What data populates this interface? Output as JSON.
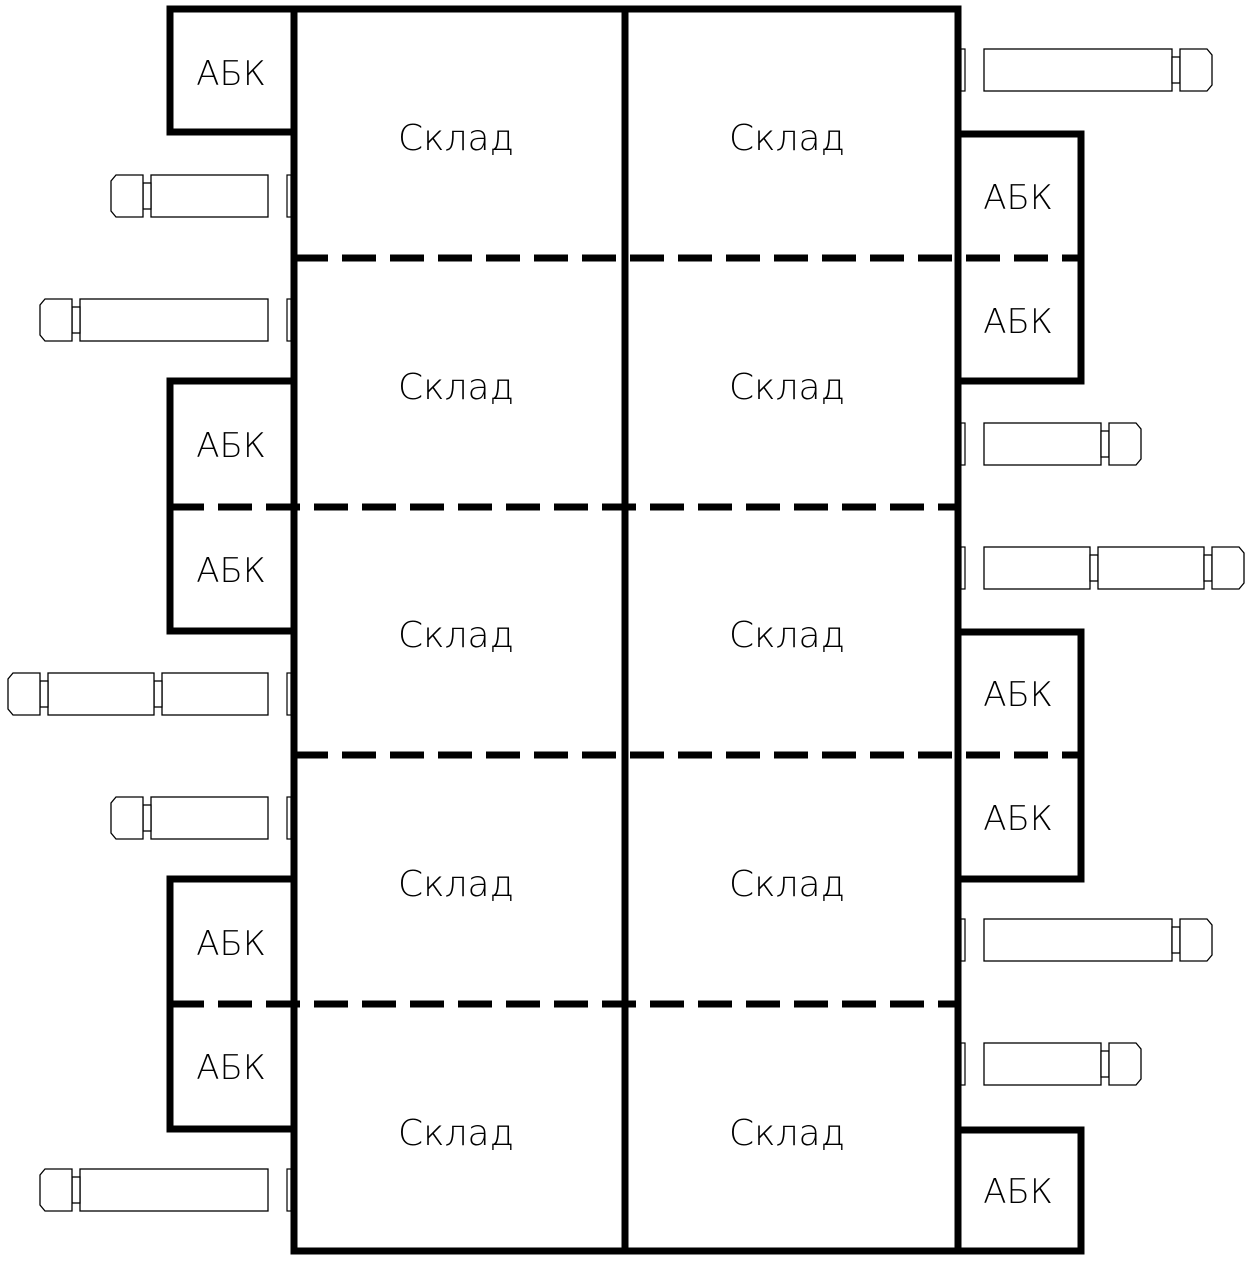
{
  "diagram": {
    "type": "warehouse-site-plan",
    "rows": 5,
    "columns": 2,
    "warehouse_label": "Склад",
    "admin_label": "АБК",
    "warehouses": [
      {
        "row": 1,
        "col": 1,
        "label": "Склад"
      },
      {
        "row": 1,
        "col": 2,
        "label": "Склад"
      },
      {
        "row": 2,
        "col": 1,
        "label": "Склад"
      },
      {
        "row": 2,
        "col": 2,
        "label": "Склад"
      },
      {
        "row": 3,
        "col": 1,
        "label": "Склад"
      },
      {
        "row": 3,
        "col": 2,
        "label": "Склад"
      },
      {
        "row": 4,
        "col": 1,
        "label": "Склад"
      },
      {
        "row": 4,
        "col": 2,
        "label": "Склад"
      },
      {
        "row": 5,
        "col": 1,
        "label": "Склад"
      },
      {
        "row": 5,
        "col": 2,
        "label": "Склад"
      }
    ],
    "admin_blocks": {
      "left": [
        {
          "row": 1,
          "label": "АБК"
        },
        {
          "row": 2,
          "label": "АБК"
        },
        {
          "row": 3,
          "label": "АБК"
        },
        {
          "row": 4,
          "label": "АБК"
        },
        {
          "row": 5,
          "label": "АБК"
        }
      ],
      "right": [
        {
          "row": 1,
          "label": "АБК"
        },
        {
          "row": 2,
          "label": "АБК"
        },
        {
          "row": 3,
          "label": "АБК"
        },
        {
          "row": 4,
          "label": "АБК"
        },
        {
          "row": 5,
          "label": "АБК"
        }
      ]
    },
    "trucks": {
      "left": [
        {
          "row": 1,
          "kind": "short-trailer"
        },
        {
          "row": 2,
          "kind": "long-trailer"
        },
        {
          "row": 3,
          "kind": "double-trailer"
        },
        {
          "row": 4,
          "kind": "short-trailer"
        },
        {
          "row": 5,
          "kind": "long-trailer"
        }
      ],
      "right": [
        {
          "row": 1,
          "kind": "long-trailer"
        },
        {
          "row": 2,
          "kind": "short-trailer"
        },
        {
          "row": 3,
          "kind": "double-trailer"
        },
        {
          "row": 4,
          "kind": "long-trailer"
        },
        {
          "row": 5,
          "kind": "short-trailer"
        }
      ]
    },
    "colors": {
      "line": "#000000",
      "background": "#ffffff"
    }
  }
}
